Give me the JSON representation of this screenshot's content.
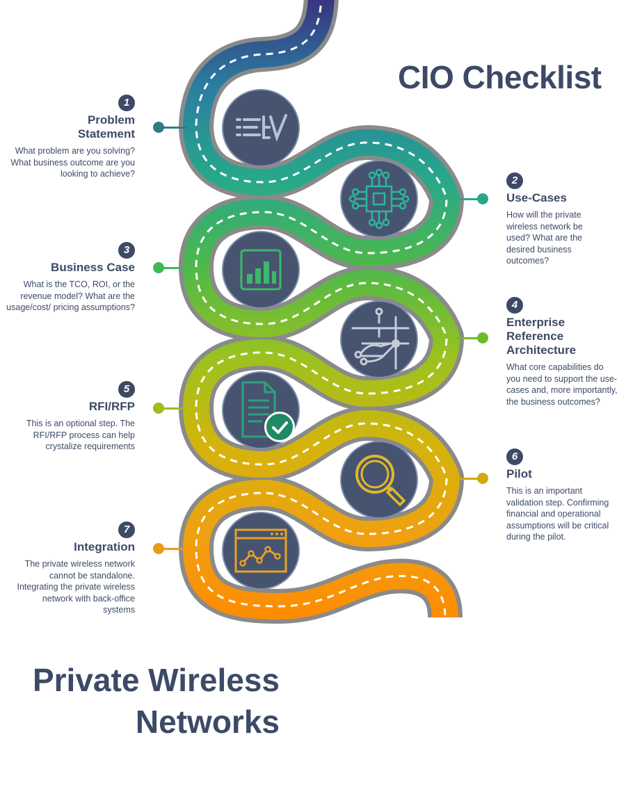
{
  "title_right": "CIO Checklist",
  "title_bottom": [
    "Private Wireless",
    "Networks"
  ],
  "colors": {
    "navy": "#3d4a66",
    "icon_bg": "#465470",
    "road_gradient": [
      "#3a3480",
      "#2a7fa0",
      "#27a88a",
      "#4fb84a",
      "#9bc21f",
      "#d4b40c",
      "#f0a010",
      "#ff8a00"
    ]
  },
  "steps": [
    {
      "number": "1",
      "title": "Problem Statement",
      "description": "What problem are you solving? What business outcome are you looking to achieve?",
      "icon": "checklist-icon",
      "side": "left",
      "color": "#2e7c86"
    },
    {
      "number": "2",
      "title": "Use-Cases",
      "description": "How will the private wireless network be used?  What are the desired business outcomes?",
      "icon": "microchip-icon",
      "side": "right",
      "color": "#27a88a"
    },
    {
      "number": "3",
      "title": "Business Case",
      "description": "What is the TCO, ROI, or the revenue model? What are the usage/cost/ pricing assumptions?",
      "icon": "bar-chart-icon",
      "side": "left",
      "color": "#3fb85a"
    },
    {
      "number": "4",
      "title": "Enterprise Reference Architecture",
      "description": "What core capabilities do you need to support the use-cases and, more importantly, the business outcomes?",
      "icon": "network-architecture-icon",
      "side": "right",
      "color": "#6bbd2a"
    },
    {
      "number": "5",
      "title": "RFI/RFP",
      "description": "This is an optional step. The RFI/RFP process can help crystalize requirements",
      "icon": "document-check-icon",
      "side": "left",
      "color": "#a5b81c"
    },
    {
      "number": "6",
      "title": "Pilot",
      "description": "This is an important validation step. Confirming financial and operational assumptions will be critical during the pilot.",
      "icon": "magnifier-icon",
      "side": "right",
      "color": "#d4a80e"
    },
    {
      "number": "7",
      "title": "Integration",
      "description": "The private wireless network cannot be standalone. Integrating the private wireless network with back-office systems",
      "icon": "dashboard-chart-icon",
      "side": "left",
      "color": "#e89a1c"
    }
  ]
}
